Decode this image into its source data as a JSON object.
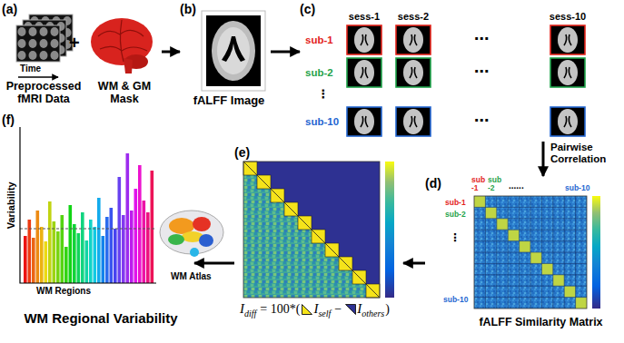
{
  "diagram": {
    "nodes": [
      {
        "text": [
          "(a)",
          "Time",
          "Preprocessed fMRI Data",
          "+",
          "WM & GM Mask"
        ]
      },
      {
        "text": [
          "(b)",
          "fALFF Image"
        ]
      },
      {
        "text": [
          "(c)"
        ]
      },
      {
        "text": [
          "(d)",
          "fALFF Similarity Matrix"
        ]
      },
      {
        "text": [
          "(e)"
        ]
      },
      {
        "text": [
          "(f)",
          "WM Regional Variability"
        ]
      }
    ],
    "edges": [
      {
        "from": 0,
        "to": 1,
        "arrow": "to"
      },
      {
        "from": 1,
        "to": 2,
        "arrow": "to"
      },
      {
        "from": 2,
        "to": 3,
        "label": "Pairwise Correlation",
        "arrow": "to"
      },
      {
        "from": 3,
        "to": 4,
        "arrow": "to"
      },
      {
        "from": 4,
        "to": 5,
        "arrow": "to"
      }
    ],
    "labels": [
      "sess-1",
      "sess-2",
      "sess-10",
      "sub-1",
      "⋯",
      "sub-2",
      "⋯",
      "⋮",
      "sub-10",
      "⋯",
      "sub -1",
      "sub -2",
      "......",
      "sub-10",
      "sub-1",
      "sub-2",
      "⋮",
      "sub-10",
      "I",
      "diff",
      "= 100*(",
      "I",
      "self",
      "−",
      "I",
      "others",
      ")",
      "Variability",
      "WM Regions",
      "WM Atlas"
    ]
  }
}
